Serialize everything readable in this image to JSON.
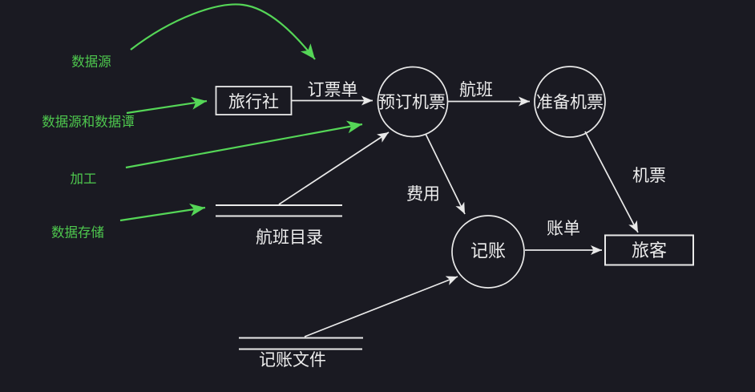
{
  "colors": {
    "background": "#1a1a22",
    "diagram_stroke": "#e9e9e9",
    "annotation_green": "#55d657",
    "legend_text_green": "#4ec84e"
  },
  "legend": {
    "items": [
      {
        "label": "数据源"
      },
      {
        "label": "数据源和数据谭"
      },
      {
        "label": "加工"
      },
      {
        "label": "数据存储"
      }
    ]
  },
  "diagram": {
    "external_entities": [
      {
        "label": "旅行社"
      },
      {
        "label": "旅客"
      }
    ],
    "processes": [
      {
        "label": "预订机票"
      },
      {
        "label": "准备机票"
      },
      {
        "label": "记账"
      }
    ],
    "data_stores": [
      {
        "label": "航班目录"
      },
      {
        "label": "记账文件"
      }
    ],
    "flows": [
      {
        "label": "订票单"
      },
      {
        "label": "航班"
      },
      {
        "label": "机票"
      },
      {
        "label": "费用"
      },
      {
        "label": "账单"
      }
    ]
  }
}
